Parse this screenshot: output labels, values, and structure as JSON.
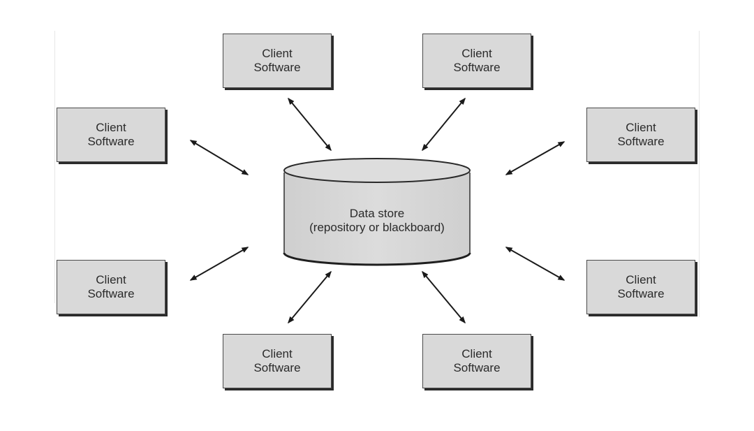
{
  "clients": [
    {
      "id": "client-top-left",
      "line1": "Client",
      "line2": "Software"
    },
    {
      "id": "client-top-right",
      "line1": "Client",
      "line2": "Software"
    },
    {
      "id": "client-upper-left",
      "line1": "Client",
      "line2": "Software"
    },
    {
      "id": "client-upper-right",
      "line1": "Client",
      "line2": "Software"
    },
    {
      "id": "client-lower-left",
      "line1": "Client",
      "line2": "Software"
    },
    {
      "id": "client-lower-right",
      "line1": "Client",
      "line2": "Software"
    },
    {
      "id": "client-bottom-left",
      "line1": "Client",
      "line2": "Software"
    },
    {
      "id": "client-bottom-right",
      "line1": "Client",
      "line2": "Software"
    }
  ],
  "data_store": {
    "line1": "Data store",
    "line2": "(repository or blackboard)"
  },
  "colors": {
    "box_fill": "#d9d9d9",
    "box_border": "#4a4a4a",
    "box_shadow": "#2b2b2b",
    "arrow": "#1a1a1a",
    "text": "#2a2a2a"
  }
}
